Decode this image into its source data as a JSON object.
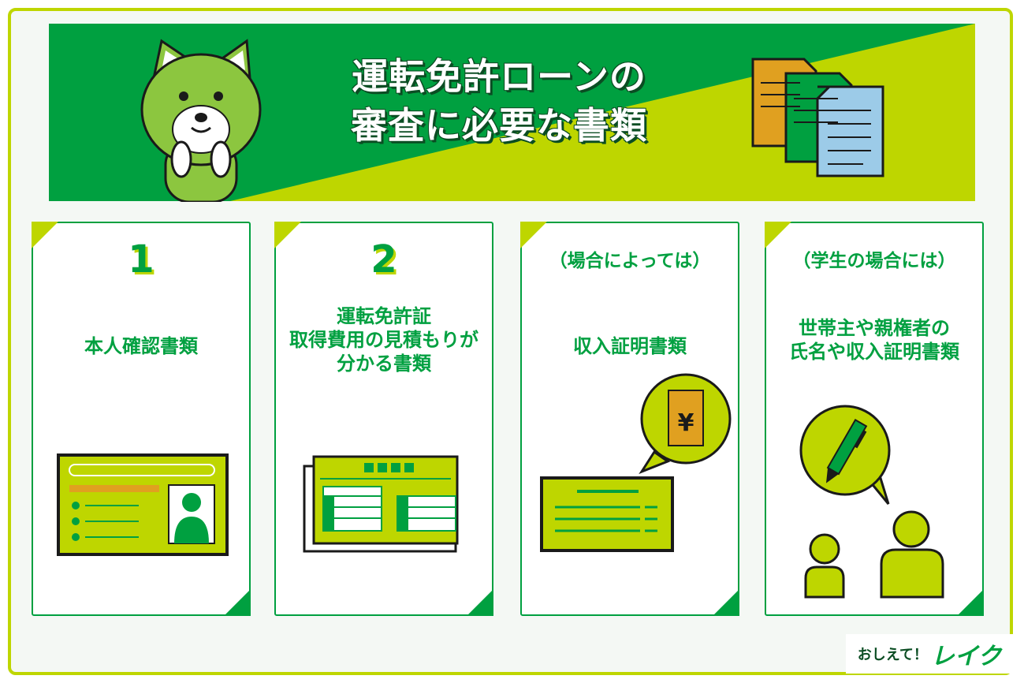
{
  "banner": {
    "title_line1": "運転免許ローンの",
    "title_line2": "審査に必要な書類"
  },
  "cards": [
    {
      "badge": "1",
      "label_lines": [
        "本人確認書類"
      ]
    },
    {
      "badge": "2",
      "label_lines": [
        "運転免許証",
        "取得費用の見積もりが",
        "分かる書類"
      ]
    },
    {
      "badge": "（場合によっては）",
      "label_lines": [
        "収入証明書類"
      ]
    },
    {
      "badge": "（学生の場合には）",
      "label_lines": [
        "世帯主や親権者の",
        "氏名や収入証明書類"
      ]
    }
  ],
  "yen_symbol": "¥",
  "logo": {
    "prefix": "おしえて！",
    "name": "レイク"
  },
  "colors": {
    "green": "#00a040",
    "lime": "#bed600",
    "dark": "#0b4d23"
  }
}
